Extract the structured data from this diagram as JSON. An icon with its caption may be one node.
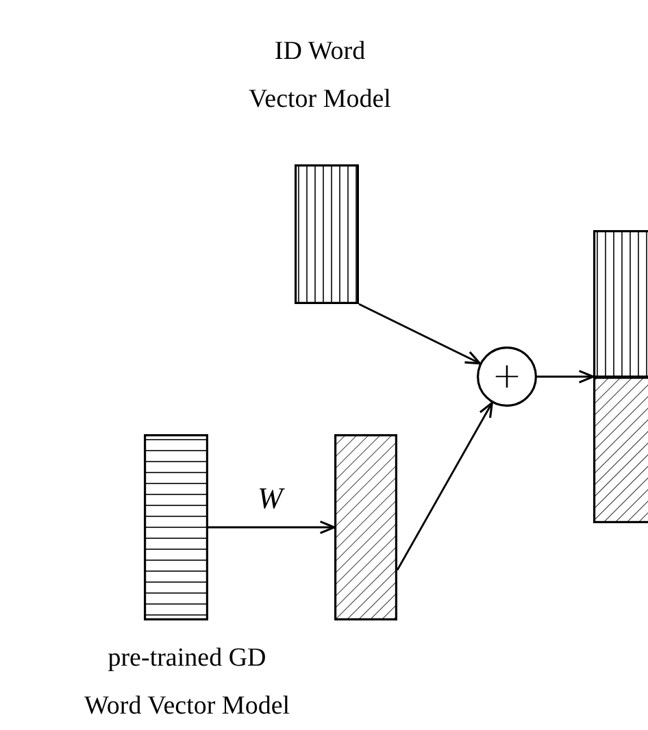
{
  "diagram": {
    "nodes": [
      {
        "text": [
          "ID Word Vector Model"
        ]
      },
      {
        "text": [
          "pre-trained GD Word Vector Model"
        ]
      },
      {
        "text": [],
        "shape": "box"
      },
      {
        "text": [
          "+"
        ]
      },
      {
        "text": [],
        "shape": "box"
      }
    ],
    "edges": [
      {
        "from": 1,
        "to": 2,
        "arrow": "to",
        "label": "W"
      },
      {
        "from": 0,
        "to": 3,
        "arrow": "to"
      },
      {
        "from": 2,
        "to": 3,
        "arrow": "to"
      },
      {
        "from": 3,
        "to": 4,
        "arrow": "to"
      }
    ]
  }
}
